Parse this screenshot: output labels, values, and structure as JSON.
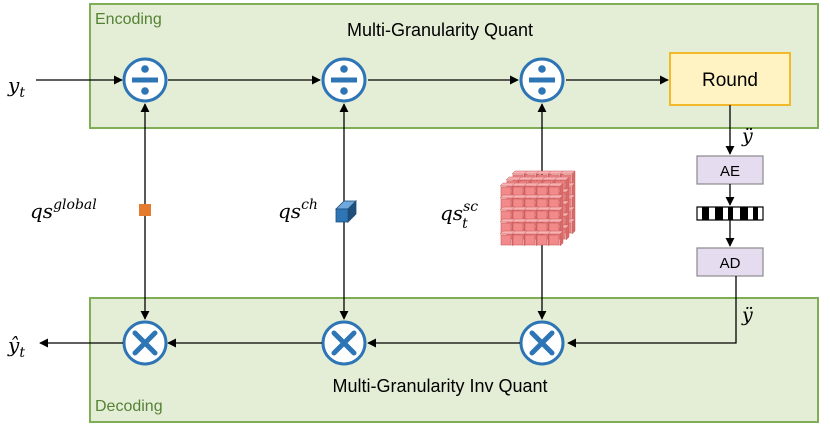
{
  "encoding": {
    "section_label": "Encoding",
    "title": "Multi-Granularity Quant",
    "round_label": "Round"
  },
  "decoding": {
    "section_label": "Decoding",
    "title": "Multi-Granularity Inv Quant"
  },
  "input": {
    "base": "y",
    "sub": "t"
  },
  "output": {
    "base": "ŷ",
    "sub": "t"
  },
  "codec": {
    "ae_label": "AE",
    "ad_label": "AD",
    "symbol_top": "ÿ",
    "symbol_bottom": "ÿ"
  },
  "quant_steps": {
    "global": {
      "base": "qs",
      "sup": "global"
    },
    "channel": {
      "base": "qs",
      "sup": "ch"
    },
    "spatial": {
      "base": "qs",
      "sup": "sc",
      "sub": "t"
    }
  },
  "colors": {
    "encoding_fill": "#e4eed6",
    "encoding_border": "#7fae56",
    "round_fill": "#fff3c4",
    "round_border": "#f2b92a",
    "op_fill": "#ffffff",
    "op_border": "#2e75b6",
    "op_symbol": "#2e75b6",
    "codec_fill": "#e6dcf0",
    "codec_border": "#8a8a8a",
    "global_marker": "#e57b2e",
    "channel_cube": "#2e75b6",
    "spatial_cube": "#f2898a",
    "section_label": "#548235"
  }
}
